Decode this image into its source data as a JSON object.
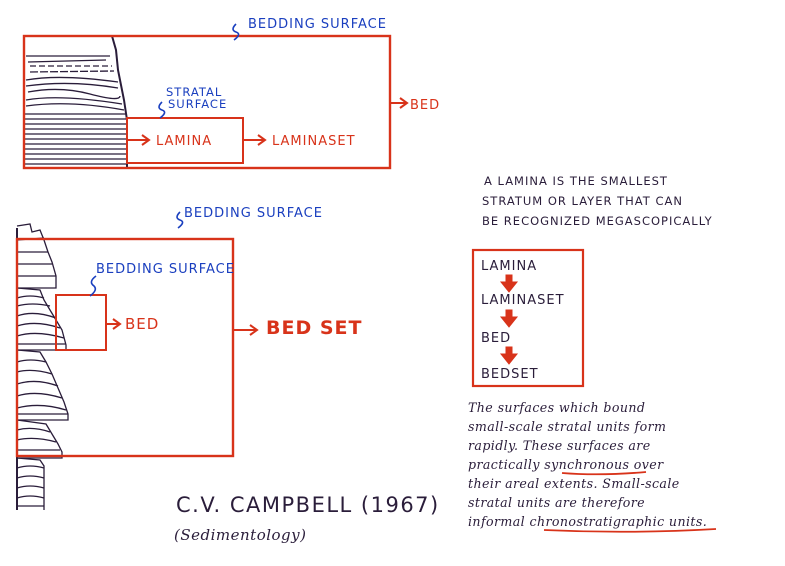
{
  "top_diagram": {
    "bedding_surface": "BEDDING SURFACE",
    "stratal_surface_line1": "STRATAL",
    "stratal_surface_line2": "SURFACE",
    "lamina": "LAMINA",
    "laminaset": "LAMINASET",
    "bed": "BED"
  },
  "bottom_diagram": {
    "bedding_surface_outer": "BEDDING SURFACE",
    "bedding_surface_inner": "BEDDING SURFACE",
    "bed": "BED",
    "bed_set": "BED SET"
  },
  "definition": {
    "line1": "A LAMINA IS THE SMALLEST",
    "line2": "STRATUM OR LAYER THAT CAN",
    "line3": "BE RECOGNIZED MEGASCOPICALLY"
  },
  "hierarchy": {
    "items": [
      "LAMINA",
      "LAMINASET",
      "BED",
      "BEDSET"
    ]
  },
  "note": {
    "line1": "The surfaces which bound",
    "line2": "small-scale stratal units form",
    "line3": "rapidly. These surfaces are",
    "line4_pre": "practically ",
    "line4_u": "synchronous",
    "line4_post": " over",
    "line5": "their areal extents. Small-scale",
    "line6": "stratal units are therefore",
    "line7_pre": "informal ",
    "line7_u": "chronostratigraphic units",
    "line7_post": "."
  },
  "citation": {
    "author": "C.V. CAMPBELL (1967)",
    "journal": "(Sedimentology)"
  },
  "colors": {
    "red": "#d8331a",
    "blue": "#1a3fbf",
    "ink": "#2a1d3a"
  }
}
